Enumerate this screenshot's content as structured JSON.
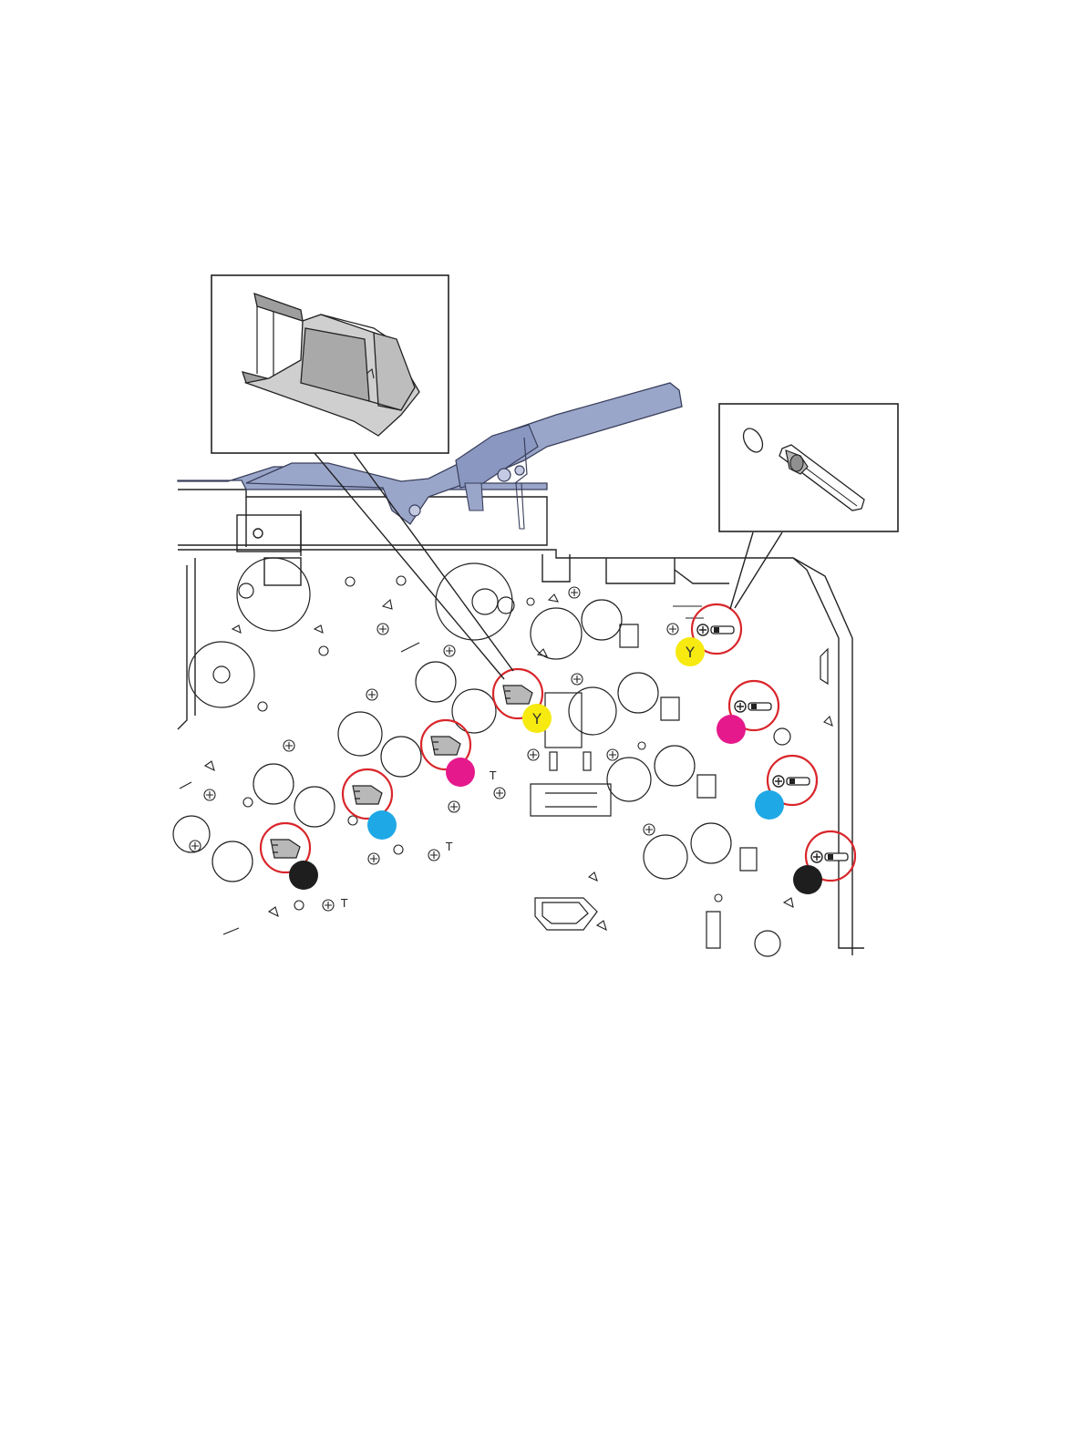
{
  "figure": {
    "description_visible_text": "",
    "colors": {
      "line": "#222222",
      "highlight_circle": "#d9262b",
      "lever_fill": "#9aa6c9",
      "lever_stroke": "#3a3f5c",
      "part_grey": "#b8b8b8",
      "yellow": "#f6ea10",
      "magenta": "#e5198c",
      "cyan": "#1ea8e6",
      "black": "#1e1e1e"
    },
    "toner_markers": [
      {
        "color_key": "yellow",
        "letter": "Y",
        "name": "Y"
      },
      {
        "color_key": "magenta",
        "letter": "",
        "name": "M"
      },
      {
        "color_key": "cyan",
        "letter": "",
        "name": "C"
      },
      {
        "color_key": "black",
        "letter": "",
        "name": "K"
      }
    ],
    "callouts": [
      {
        "name": "sensor-latch-detail",
        "icon": "latch-icon"
      },
      {
        "name": "screw-slot-detail",
        "icon": "screw-slot-icon"
      }
    ]
  }
}
